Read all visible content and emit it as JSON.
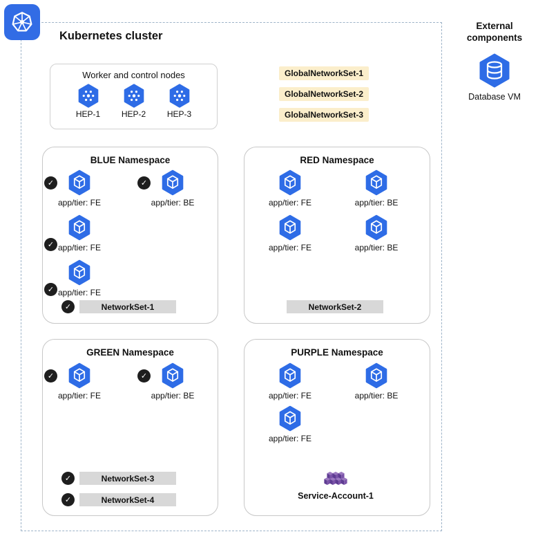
{
  "cluster": {
    "title": "Kubernetes cluster"
  },
  "nodes_panel": {
    "title": "Worker and control nodes",
    "nodes": [
      {
        "label": "HEP-1"
      },
      {
        "label": "HEP-2"
      },
      {
        "label": "HEP-3"
      }
    ]
  },
  "global_network_sets": {
    "items": [
      {
        "label": "GlobalNetworkSet-1"
      },
      {
        "label": "GlobalNetworkSet-2"
      },
      {
        "label": "GlobalNetworkSet-3"
      }
    ]
  },
  "namespaces": {
    "blue": {
      "title": "BLUE Namespace",
      "pods": [
        {
          "label": "app/tier: FE",
          "checked": true
        },
        {
          "label": "app/tier: BE",
          "checked": true
        },
        {
          "label": "app/tier: FE",
          "checked": true
        },
        {
          "label": "app/tier: FE",
          "checked": true
        }
      ],
      "network_sets": [
        {
          "label": "NetworkSet-1",
          "checked": true
        }
      ]
    },
    "red": {
      "title": "RED Namespace",
      "pods": [
        {
          "label": "app/tier: FE",
          "checked": false
        },
        {
          "label": "app/tier: BE",
          "checked": false
        },
        {
          "label": "app/tier: FE",
          "checked": false
        },
        {
          "label": "app/tier: BE",
          "checked": false
        }
      ],
      "network_sets": [
        {
          "label": "NetworkSet-2",
          "checked": false
        }
      ]
    },
    "green": {
      "title": "GREEN Namespace",
      "pods": [
        {
          "label": "app/tier: FE",
          "checked": true
        },
        {
          "label": "app/tier: BE",
          "checked": true
        }
      ],
      "network_sets": [
        {
          "label": "NetworkSet-3",
          "checked": true
        },
        {
          "label": "NetworkSet-4",
          "checked": true
        }
      ]
    },
    "purple": {
      "title": "PURPLE Namespace",
      "pods": [
        {
          "label": "app/tier: FE",
          "checked": false
        },
        {
          "label": "app/tier: BE",
          "checked": false
        },
        {
          "label": "app/tier: FE",
          "checked": false
        }
      ],
      "service_account": {
        "label": "Service-Account-1"
      }
    }
  },
  "external": {
    "title": "External components",
    "items": [
      {
        "label": "Database VM"
      }
    ]
  },
  "icons": {
    "check": "✓",
    "kubernetes_logo": "k8s-helm-wheel",
    "node": "hexagon-node-dots",
    "pod": "hexagon-cube",
    "database_vm": "hexagon-database-cylinder",
    "service_account": "purple-cubes-cluster"
  },
  "colors": {
    "k8s_blue": "#326ce5",
    "pod_blue": "#2e6ce6",
    "global_set_bg": "#fbeecb",
    "network_set_bg": "#d8d8d8",
    "check_bg": "#1e1e1e",
    "service_account_purple": "#7a52a8",
    "cluster_border": "#9db3c8"
  }
}
